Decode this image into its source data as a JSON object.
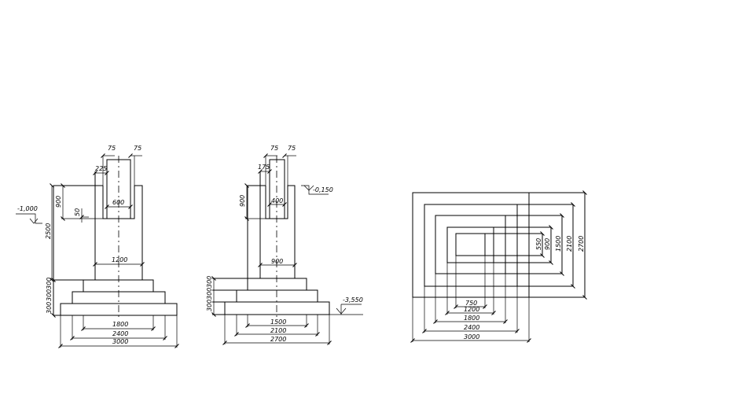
{
  "footing_a": {
    "top_dims": [
      "75",
      "75"
    ],
    "socket_side": "225",
    "socket_width": "600",
    "socket_depth": "900",
    "socket_bottom": "50",
    "level": "-1,000",
    "total_height": "2500",
    "pedestal_width": "1200",
    "step_heights": [
      "300",
      "300",
      "300"
    ],
    "step_widths": [
      "1800",
      "2400",
      "3000"
    ]
  },
  "footing_b": {
    "top_dims": [
      "75",
      "75"
    ],
    "socket_side": "175",
    "socket_width": "400",
    "socket_depth": "900",
    "level_top": "-0,150",
    "level_bottom": "-3,550",
    "pedestal_width": "900",
    "step_heights": [
      "300",
      "300",
      "300"
    ],
    "step_widths": [
      "1500",
      "2100",
      "2700"
    ]
  },
  "plan": {
    "x_dims": [
      "750",
      "1200",
      "1800",
      "2400",
      "3000"
    ],
    "y_dims": [
      "550",
      "900",
      "1500",
      "2100",
      "2700"
    ]
  }
}
